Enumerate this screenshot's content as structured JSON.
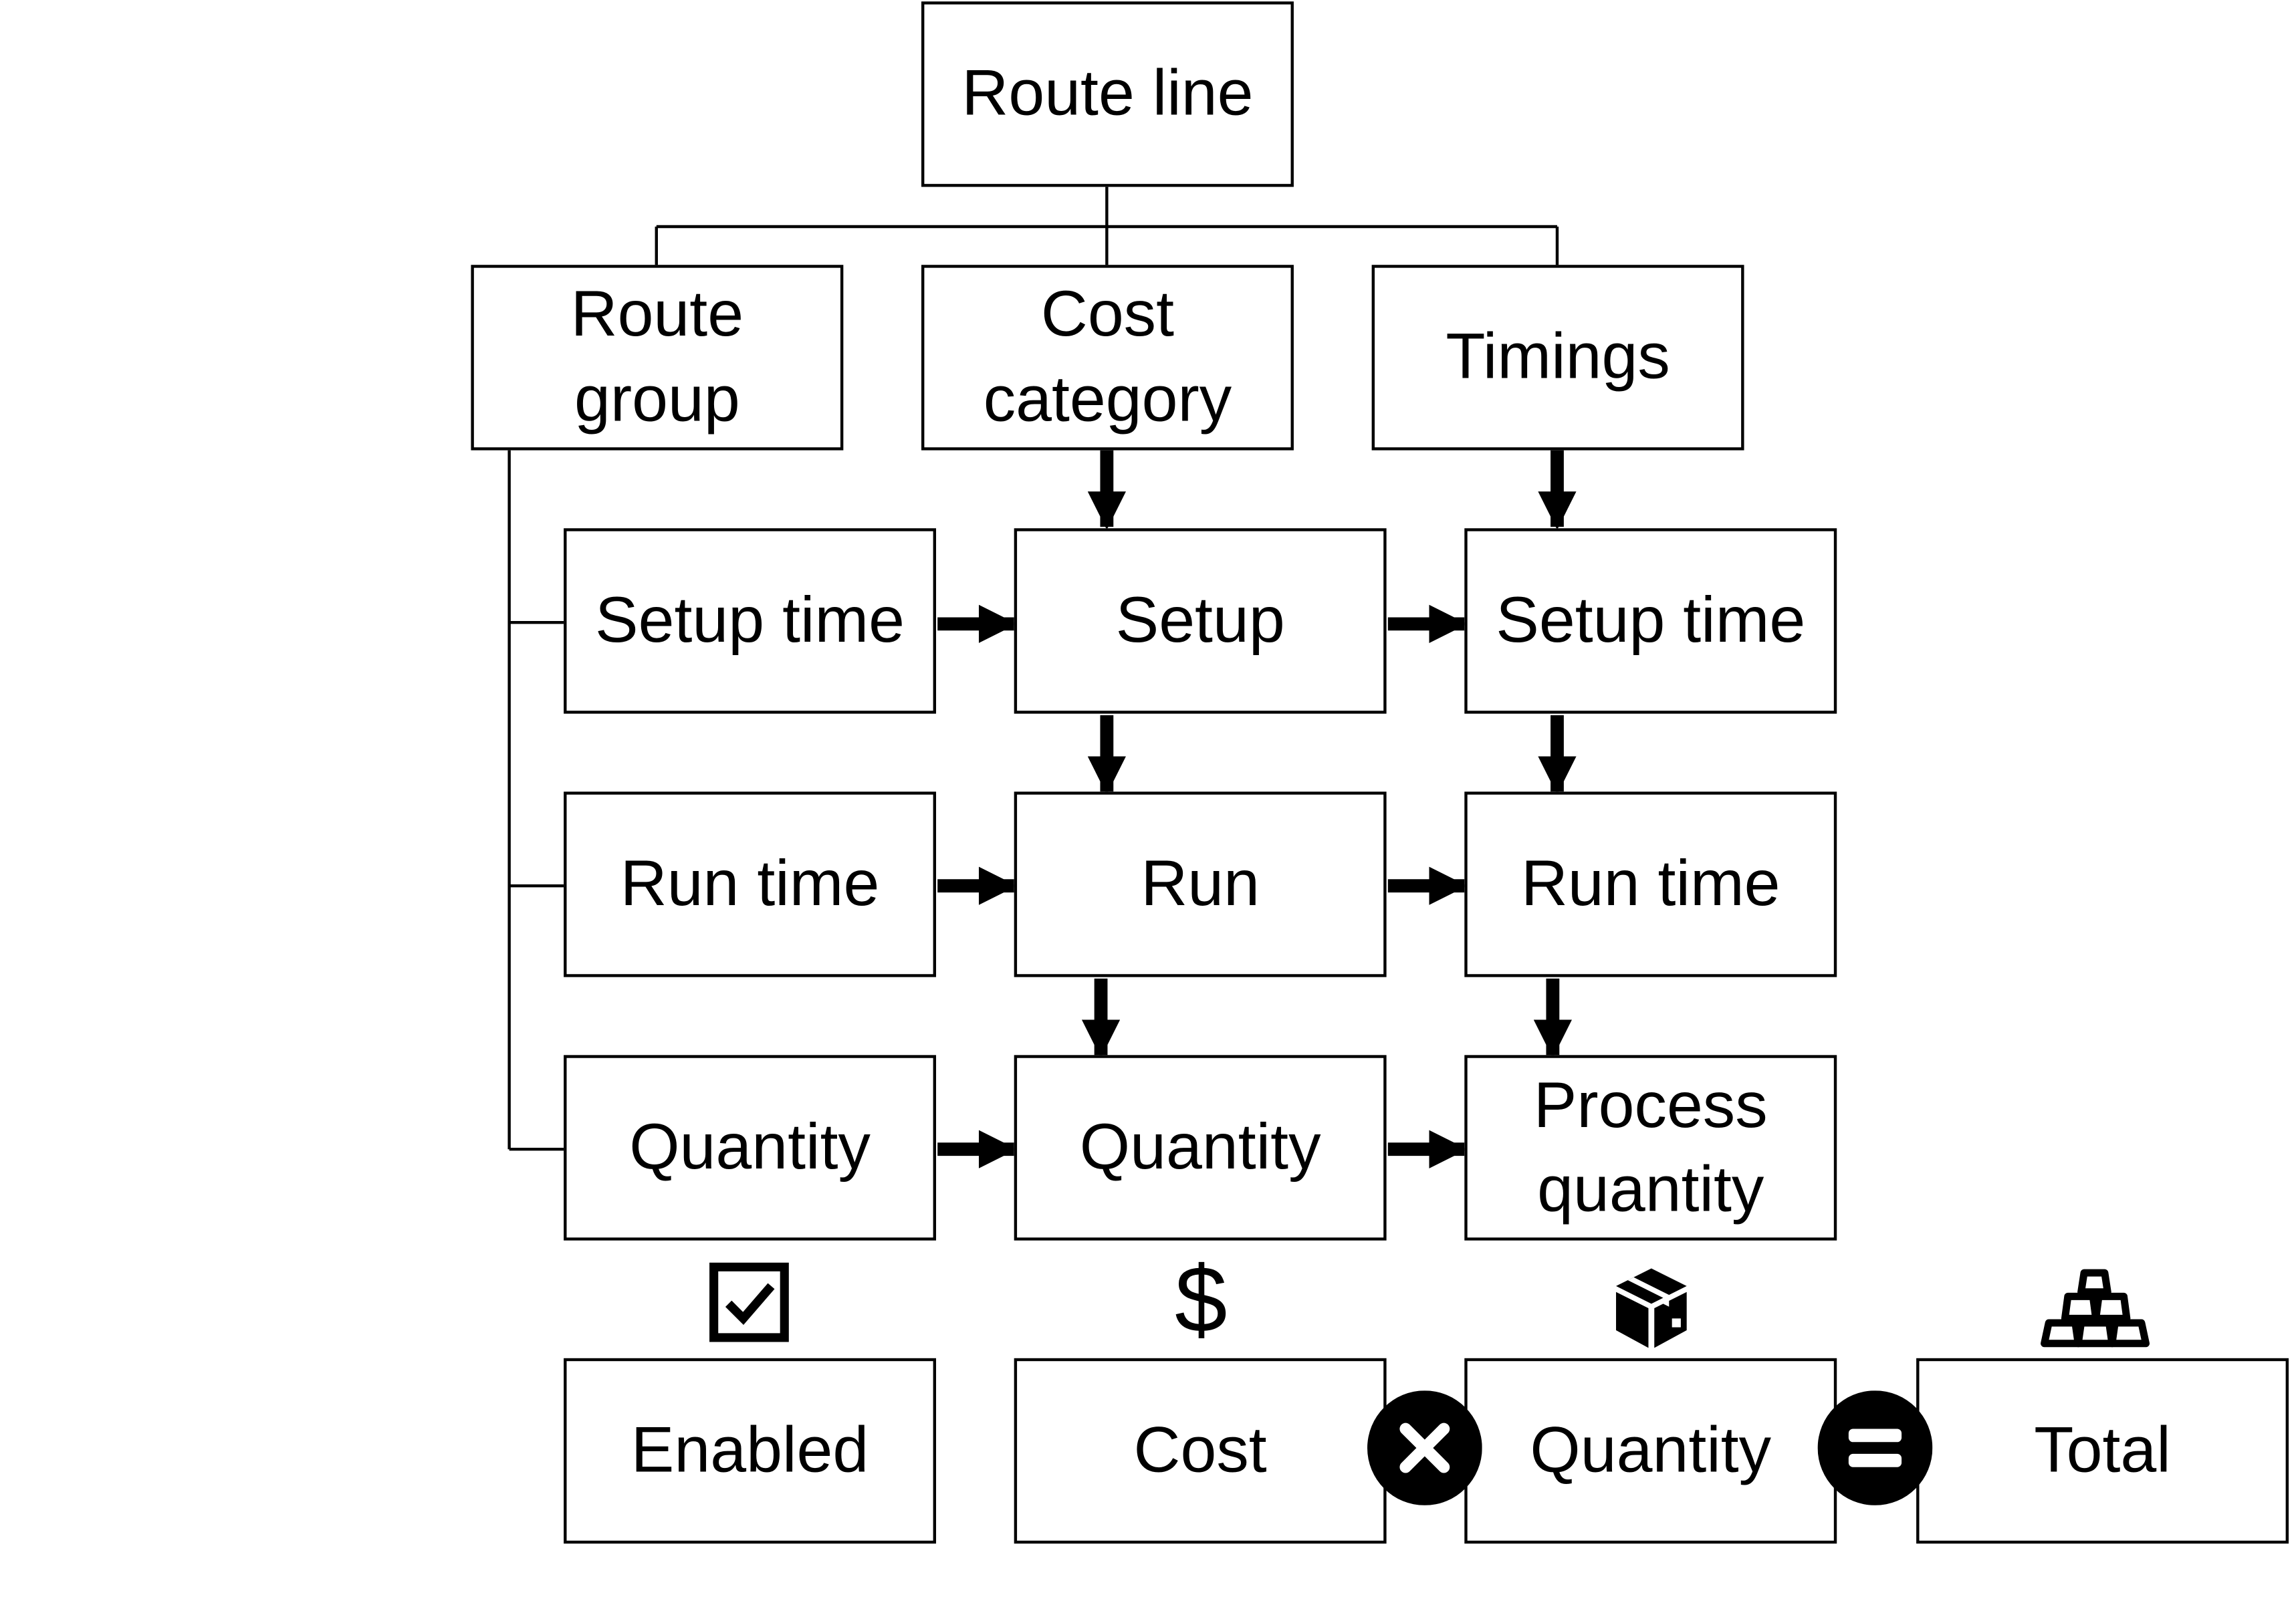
{
  "root": {
    "label": "Route line"
  },
  "groups": {
    "route_group": {
      "label": "Route\ngroup"
    },
    "cost_category": {
      "label": "Cost\ncategory"
    },
    "timings": {
      "label": "Timings"
    }
  },
  "rows": [
    {
      "route_group_field": "Setup time",
      "cost_field": "Setup",
      "timing_field": "Setup time"
    },
    {
      "route_group_field": "Run time",
      "cost_field": "Run",
      "timing_field": "Run time"
    },
    {
      "route_group_field": "Quantity",
      "cost_field": "Quantity",
      "timing_field": "Process\nquantity"
    }
  ],
  "formula": {
    "enabled": {
      "label": "Enabled",
      "icon": "checkbox-checked-icon"
    },
    "cost": {
      "label": "Cost",
      "icon": "dollar-icon"
    },
    "quantity": {
      "label": "Quantity",
      "icon": "box-icon"
    },
    "total": {
      "label": "Total",
      "icon": "stacked-bars-icon"
    },
    "multiply_operator": "multiply-icon",
    "equals_operator": "equals-icon"
  }
}
